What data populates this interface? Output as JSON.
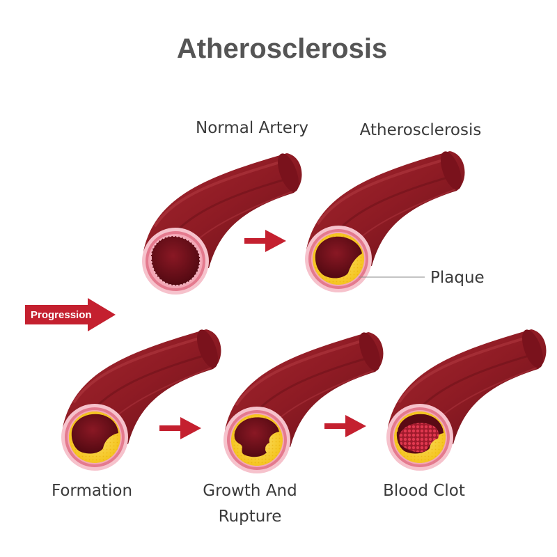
{
  "title": "Atherosclerosis",
  "colors": {
    "vessel": "#8e1b24",
    "vessel_dark": "#5e0f16",
    "vessel_highlight": "#b03a3f",
    "wall_outer": "#f6c2cc",
    "wall_inner": "#e47a8e",
    "lumen": "#6e0e18",
    "plaque": "#f7c81f",
    "plaque_edge": "#f9e06a",
    "arrow": "#c4202f",
    "clot": "#c7283d"
  },
  "progression_label": "Progression",
  "stages": [
    {
      "key": "normal",
      "label_lines": [
        "Normal Artery"
      ]
    },
    {
      "key": "atherosclerosis",
      "label_lines": [
        "Atherosclerosis"
      ],
      "callout": "Plaque"
    },
    {
      "key": "formation",
      "label_lines": [
        "Formation"
      ]
    },
    {
      "key": "growth",
      "label_lines": [
        "Growth And",
        "Rupture"
      ]
    },
    {
      "key": "clot",
      "label_lines": [
        "Blood Clot"
      ]
    }
  ]
}
